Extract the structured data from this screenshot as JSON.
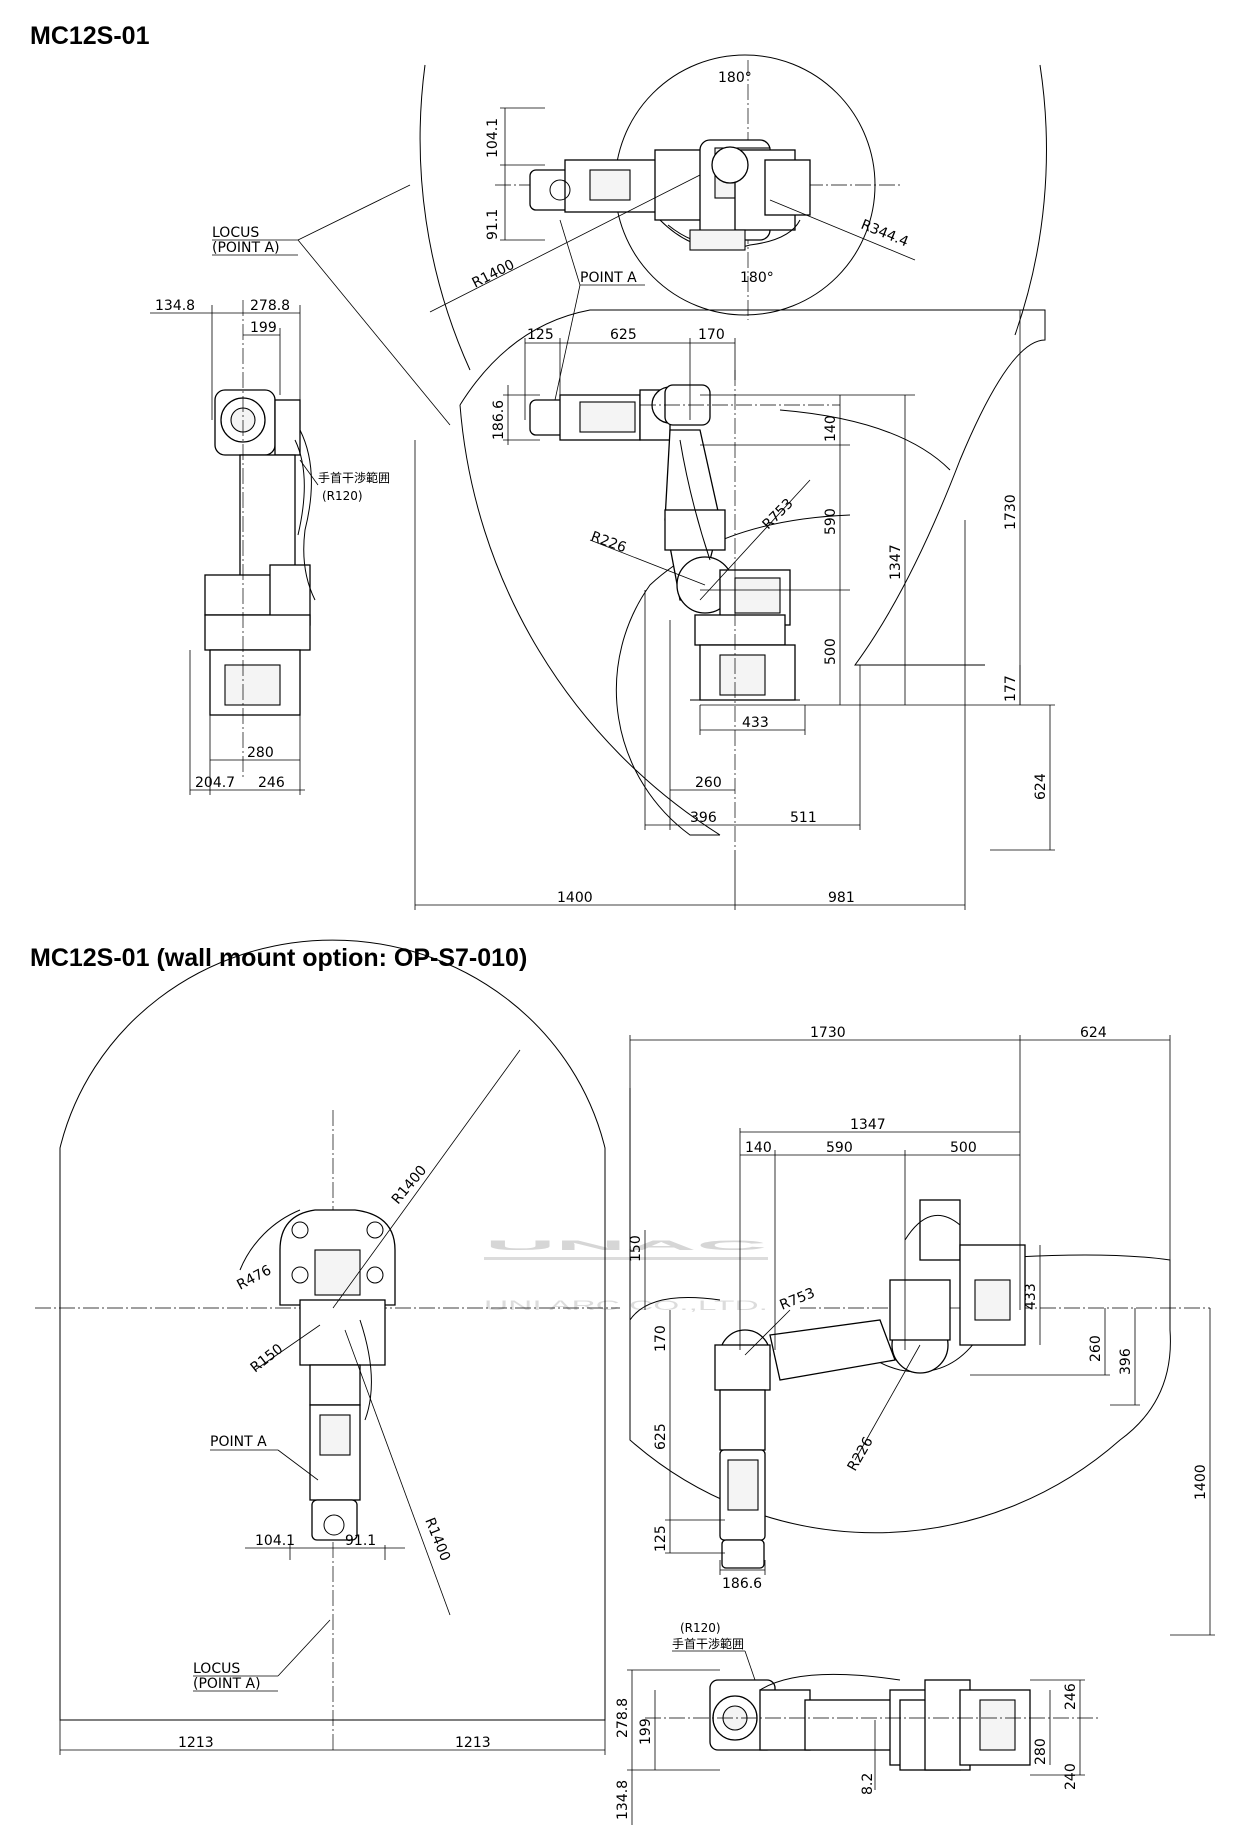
{
  "headings": {
    "floor": "MC12S-01",
    "wall": "MC12S-01 (wall mount option: OP-S7-010)"
  },
  "watermark": {
    "logo": "UNAC",
    "company": "UNI ARC CO.,LTD."
  },
  "floor_mount": {
    "top_view": {
      "angle_top": "180°",
      "angle_bottom": "180°",
      "radius_outer": "R1400",
      "radius_base": "R344.4",
      "dim_upper": "104.1",
      "dim_lower": "91.1",
      "locus_label_line1": "LOCUS",
      "locus_label_line2": "(POINT A)",
      "point_a_label": "POINT A"
    },
    "side_view": {
      "dim_top_125": "125",
      "dim_top_625": "625",
      "dim_top_170": "170",
      "dim_tool": "186.6",
      "dim_140": "140",
      "dim_590": "590",
      "dim_500": "500",
      "dim_1347": "1347",
      "dim_1730": "1730",
      "dim_177": "177",
      "dim_624": "624",
      "dim_433": "433",
      "dim_260": "260",
      "dim_396": "396",
      "dim_511": "511",
      "dim_1400": "1400",
      "dim_981": "981",
      "radius_753": "R753",
      "radius_226": "R226"
    },
    "front_view": {
      "dim_134_8": "134.8",
      "dim_278_8": "278.8",
      "dim_199": "199",
      "dim_280": "280",
      "dim_204_7": "204.7",
      "dim_246": "246",
      "wrist_label": "手首干渉範囲",
      "wrist_radius": "(R120)"
    }
  },
  "wall_mount": {
    "circle_view": {
      "radius_upper": "R1400",
      "radius_lower": "R1400",
      "radius_476": "R476",
      "radius_150": "R150",
      "point_a_label": "POINT A",
      "dim_104_1": "104.1",
      "dim_91_1": "91.1",
      "locus_label_line1": "LOCUS",
      "locus_label_line2": "(POINT A)",
      "dim_left": "1213",
      "dim_right": "1213"
    },
    "side_view": {
      "dim_1730": "1730",
      "dim_624": "624",
      "dim_1347": "1347",
      "dim_140": "140",
      "dim_590": "590",
      "dim_500": "500",
      "dim_150": "150",
      "dim_170": "170",
      "dim_625": "625",
      "dim_125": "125",
      "dim_186_6": "186.6",
      "dim_433": "433",
      "dim_260": "260",
      "dim_396": "396",
      "dim_1400": "1400",
      "radius_753": "R753",
      "radius_226": "R226"
    },
    "bottom_view": {
      "wrist_radius": "(R120)",
      "wrist_label": "手首干渉範囲",
      "dim_278_8": "278.8",
      "dim_199": "199",
      "dim_134_8": "134.8",
      "dim_8_2": "8.2",
      "dim_246": "246",
      "dim_280": "280",
      "dim_240": "240"
    }
  }
}
